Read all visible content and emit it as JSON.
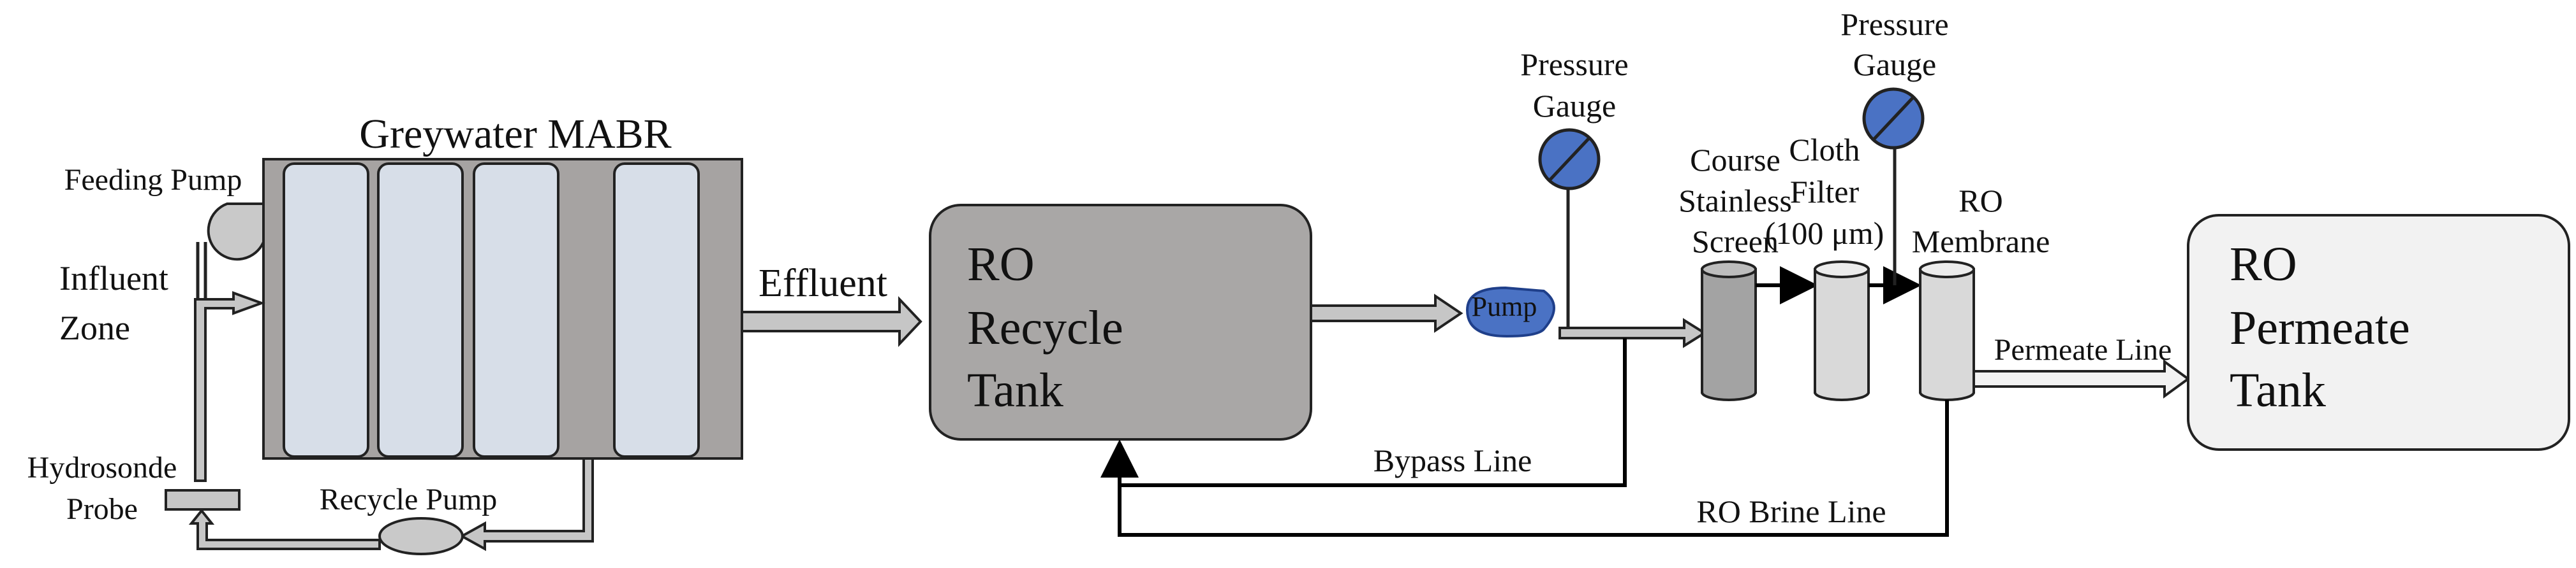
{
  "title": "Greywater MABR",
  "labels": {
    "feeding_pump": "Feeding Pump",
    "influent_1": "Influent",
    "influent_2": "Zone",
    "hydrosonde_1": "Hydrosonde",
    "hydrosonde_2": "Probe",
    "recycle_pump": "Recycle Pump",
    "effluent": "Effluent",
    "ro_recycle_tank_1": "RO",
    "ro_recycle_tank_2": "Recycle",
    "ro_recycle_tank_3": "Tank",
    "pump": "Pump",
    "pressure_gauge_1a": "Pressure",
    "pressure_gauge_1b": "Gauge",
    "pressure_gauge_2a": "Pressure",
    "pressure_gauge_2b": "Gauge",
    "course_screen_1": "Course",
    "course_screen_2": "Stainless",
    "course_screen_3": "Screen",
    "cloth_filter_1": "Cloth",
    "cloth_filter_2": "Filter",
    "cloth_filter_3": "(100 μm)",
    "ro_membrane_1": "RO",
    "ro_membrane_2": "Membrane",
    "permeate_line": "Permeate Line",
    "ro_permeate_tank_1": "RO",
    "ro_permeate_tank_2": "Permeate",
    "ro_permeate_tank_3": "Tank",
    "bypass_line": "Bypass Line",
    "ro_brine_line": "RO Brine Line"
  },
  "colors": {
    "reactor_frame": "#a6a3a2",
    "membrane_module": "#d7dee8",
    "recycle_tank": "#a9a7a6",
    "permeate_tank": "#f2f2f2",
    "pump_blue": "#4a72c4",
    "gauge_blue": "#4a72c4",
    "pipe_fill": "#c6c6c6",
    "dark_cylinder": "#a3a3a3",
    "light_cylinder": "#d9d9d9",
    "line": "#000000"
  }
}
